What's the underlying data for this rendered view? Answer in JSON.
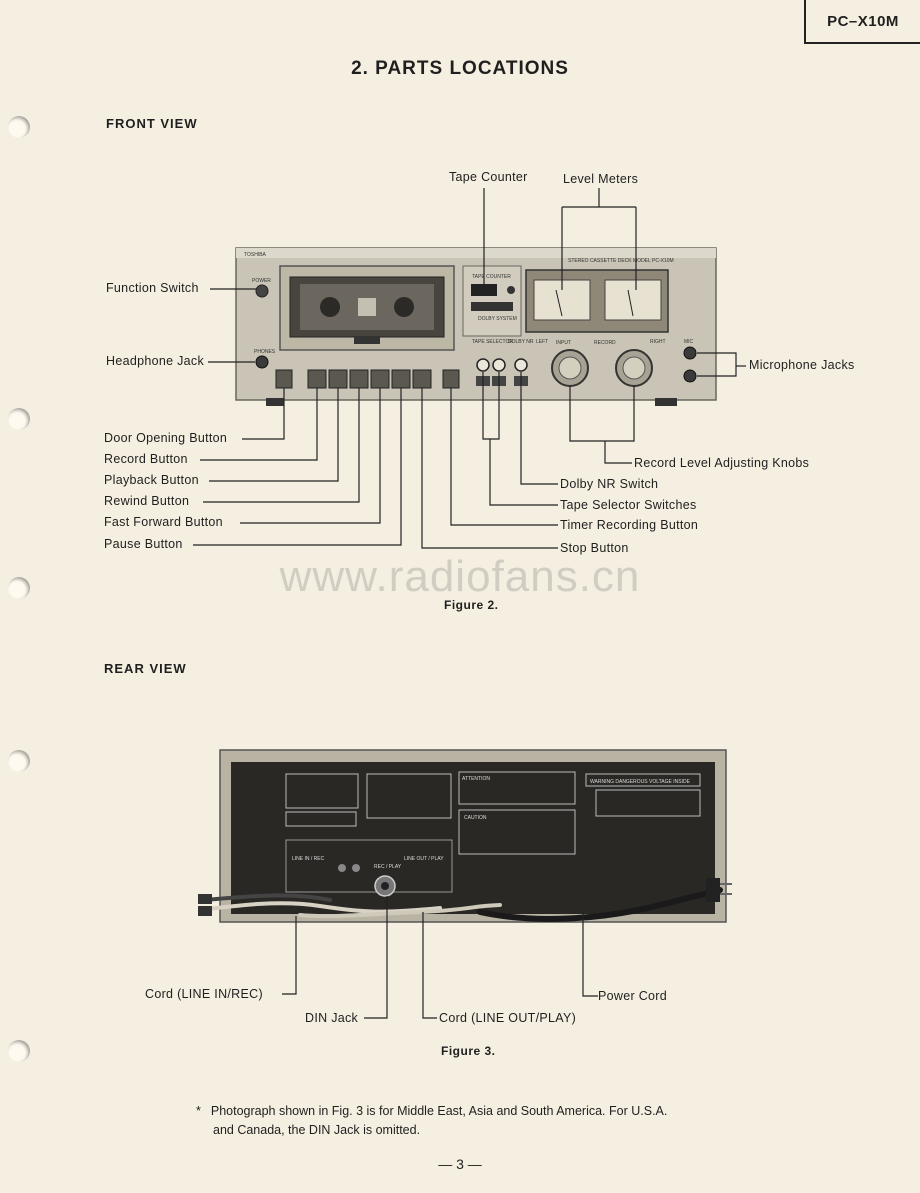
{
  "header": {
    "model": "PC–X10M"
  },
  "title": "2. PARTS LOCATIONS",
  "front_view": {
    "heading": "FRONT VIEW",
    "figure_caption": "Figure 2.",
    "device_text": {
      "brand": "TOSHIBA",
      "power": "POWER",
      "model_line": "STEREO CASSETTE DECK MODEL PC-X10M",
      "tape_counter": "TAPE COUNTER",
      "dolby": "DOLBY SYSTEM",
      "phones": "PHONES",
      "tape_selector": "TAPE SELECTOR",
      "dolby_nr": "DOLBY NR",
      "mic": "MIC",
      "input": "INPUT",
      "record": "RECORD",
      "left": "LEFT",
      "right": "RIGHT"
    },
    "labels": {
      "tape_counter": "Tape Counter",
      "level_meters": "Level Meters",
      "function_switch": "Function Switch",
      "headphone_jack": "Headphone Jack",
      "microphone_jacks": "Microphone Jacks",
      "door_opening_button": "Door Opening Button",
      "record_button": "Record Button",
      "playback_button": "Playback Button",
      "rewind_button": "Rewind Button",
      "fast_forward_button": "Fast Forward Button",
      "pause_button": "Pause Button",
      "record_level_knobs": "Record Level Adjusting Knobs",
      "dolby_nr_switch": "Dolby NR Switch",
      "tape_selector_switches": "Tape Selector Switches",
      "timer_recording_button": "Timer Recording Button",
      "stop_button": "Stop Button"
    }
  },
  "watermark": "www.radiofans.cn",
  "rear_view": {
    "heading": "REAR VIEW",
    "figure_caption": "Figure 3.",
    "device_text": {
      "attention": "ATTENTION",
      "caution": "CAUTION",
      "warning": "WARNING DANGEROUS VOLTAGE INSIDE",
      "line_in_rec": "LINE IN / REC",
      "line_out_play": "LINE OUT / PLAY",
      "rec_play": "REC / PLAY"
    },
    "labels": {
      "cord_line_in": "Cord (LINE IN/REC)",
      "din_jack": "DIN Jack",
      "cord_line_out": "Cord (LINE OUT/PLAY)",
      "power_cord": "Power Cord"
    }
  },
  "footnote": {
    "marker": "*",
    "line1": "Photograph shown in Fig. 3 is for Middle East, Asia and South America. For U.S.A.",
    "line2": "and Canada, the DIN Jack is omitted."
  },
  "page_number": "— 3 —"
}
